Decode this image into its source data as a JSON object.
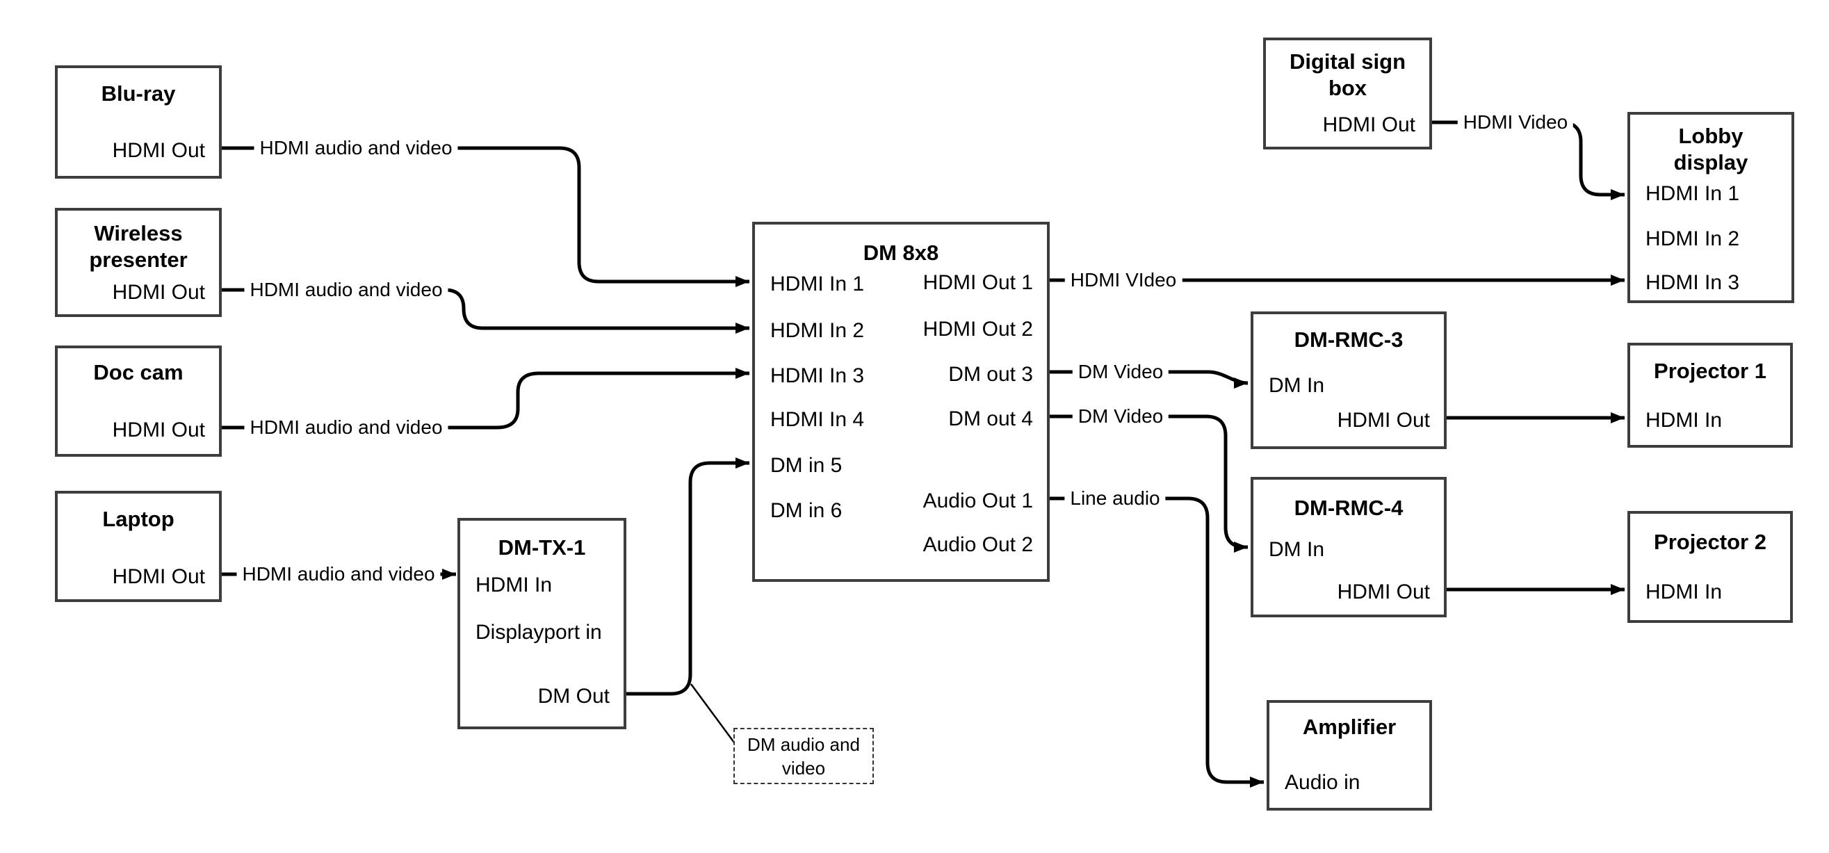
{
  "diagram": {
    "colors": {
      "wire": "#000000",
      "box_border": "#3d3d3d",
      "background": "#ffffff",
      "text": "#000000"
    },
    "nodes": {
      "bluray": {
        "title": "Blu-ray",
        "ports": {
          "hdmi_out": "HDMI Out"
        }
      },
      "wireless": {
        "title_lines": [
          "Wireless",
          "presenter"
        ],
        "ports": {
          "hdmi_out": "HDMI Out"
        }
      },
      "doccam": {
        "title": "Doc cam",
        "ports": {
          "hdmi_out": "HDMI Out"
        }
      },
      "laptop": {
        "title": "Laptop",
        "ports": {
          "hdmi_out": "HDMI Out"
        }
      },
      "dmtx1": {
        "title": "DM-TX-1",
        "ports": {
          "hdmi_in": "HDMI In",
          "displayport_in": "Displayport in",
          "dm_out": "DM Out"
        }
      },
      "dm8x8": {
        "title": "DM 8x8",
        "inputs": [
          "HDMI In 1",
          "HDMI In 2",
          "HDMI In 3",
          "HDMI In 4",
          "DM in 5",
          "DM in 6"
        ],
        "outputs": [
          "HDMI Out 1",
          "HDMI Out 2",
          "DM out 3",
          "DM out 4",
          "Audio Out 1",
          "Audio Out 2"
        ]
      },
      "digitalsign": {
        "title_lines": [
          "Digital sign",
          "box"
        ],
        "ports": {
          "hdmi_out": "HDMI Out"
        }
      },
      "lobby": {
        "title_lines": [
          "Lobby",
          "display"
        ],
        "inputs": [
          "HDMI In 1",
          "HDMI In 2",
          "HDMI In 3"
        ]
      },
      "dmrmc3": {
        "title": "DM-RMC-3",
        "ports": {
          "dm_in": "DM In",
          "hdmi_out": "HDMI Out"
        }
      },
      "projector1": {
        "title": "Projector 1",
        "ports": {
          "hdmi_in": "HDMI In"
        }
      },
      "dmrmc4": {
        "title": "DM-RMC-4",
        "ports": {
          "dm_in": "DM In",
          "hdmi_out": "HDMI Out"
        }
      },
      "projector2": {
        "title": "Projector 2",
        "ports": {
          "hdmi_in": "HDMI In"
        }
      },
      "amplifier": {
        "title": "Amplifier",
        "ports": {
          "audio_in": "Audio in"
        }
      }
    },
    "edge_labels": {
      "bluray_to_dm8x8": "HDMI audio and video",
      "wireless_to_dm8x8": "HDMI audio and video",
      "doccam_to_dm8x8": "HDMI audio and video",
      "laptop_to_dmtx1": "HDMI audio and video",
      "hdmi_out1_to_lobby": "HDMI VIdeo",
      "digitalsign_to_lobby": "HDMI Video",
      "dm_out3_to_rmc3": "DM Video",
      "dm_out4_to_rmc4": "DM Video",
      "audio_out1_to_amp": "Line audio"
    },
    "note": {
      "lines": [
        "DM audio and",
        "video"
      ]
    }
  }
}
